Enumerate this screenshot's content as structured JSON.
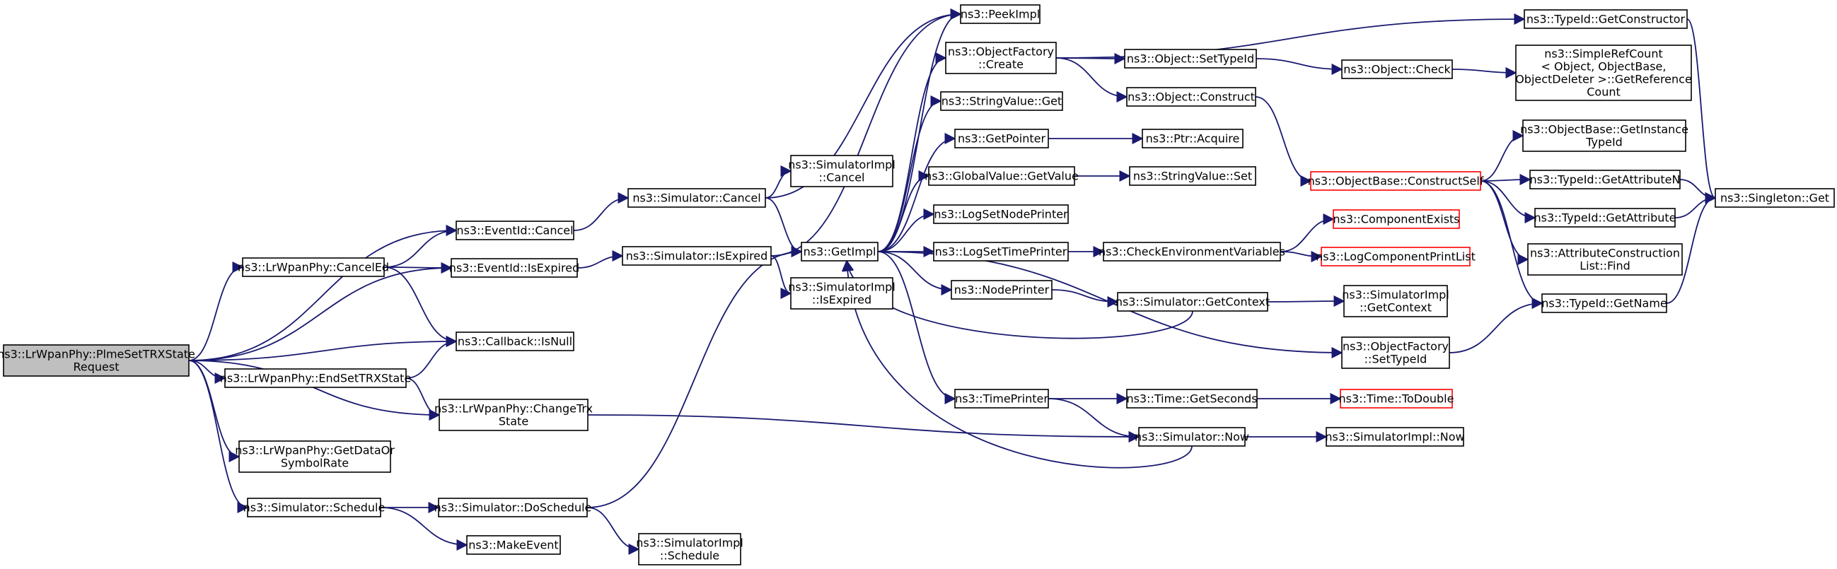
{
  "nodes": [
    {
      "id": "root",
      "lines": [
        "ns3::LrWpanPhy::PlmeSetTRXState",
        "Request"
      ],
      "style": "root"
    },
    {
      "id": "cancelEd",
      "lines": [
        "ns3::LrWpanPhy::CancelEd"
      ]
    },
    {
      "id": "endSetTRX",
      "lines": [
        "ns3::LrWpanPhy::EndSetTRXState"
      ]
    },
    {
      "id": "getDataOr",
      "lines": [
        "ns3::LrWpanPhy::GetDataOr",
        "SymbolRate"
      ]
    },
    {
      "id": "simSchedule",
      "lines": [
        "ns3::Simulator::Schedule"
      ]
    },
    {
      "id": "eventCancel",
      "lines": [
        "ns3::EventId::Cancel"
      ]
    },
    {
      "id": "eventIsExpired",
      "lines": [
        "ns3::EventId::IsExpired"
      ]
    },
    {
      "id": "callbackIsNull",
      "lines": [
        "ns3::Callback::IsNull"
      ]
    },
    {
      "id": "changeTrx",
      "lines": [
        "ns3::LrWpanPhy::ChangeTrx",
        "State"
      ]
    },
    {
      "id": "doSchedule",
      "lines": [
        "ns3::Simulator::DoSchedule"
      ]
    },
    {
      "id": "makeEvent",
      "lines": [
        "ns3::MakeEvent"
      ]
    },
    {
      "id": "simCancel",
      "lines": [
        "ns3::Simulator::Cancel"
      ]
    },
    {
      "id": "simIsExpired",
      "lines": [
        "ns3::Simulator::IsExpired"
      ]
    },
    {
      "id": "simImplSchedule",
      "lines": [
        "ns3::SimulatorImpl",
        "::Schedule"
      ]
    },
    {
      "id": "simImplCancel",
      "lines": [
        "ns3::SimulatorImpl",
        "::Cancel"
      ]
    },
    {
      "id": "simImplIsExpired",
      "lines": [
        "ns3::SimulatorImpl",
        "::IsExpired"
      ]
    },
    {
      "id": "getImpl",
      "lines": [
        "ns3::GetImpl"
      ]
    },
    {
      "id": "peekImpl",
      "lines": [
        "ns3::PeekImpl"
      ]
    },
    {
      "id": "objFactoryCreate",
      "lines": [
        "ns3::ObjectFactory",
        "::Create"
      ]
    },
    {
      "id": "stringValueGet",
      "lines": [
        "ns3::StringValue::Get"
      ]
    },
    {
      "id": "getPointer",
      "lines": [
        "ns3::GetPointer"
      ]
    },
    {
      "id": "globalValueGetValue",
      "lines": [
        "ns3::GlobalValue::GetValue"
      ]
    },
    {
      "id": "logSetNodePrinter",
      "lines": [
        "ns3::LogSetNodePrinter"
      ]
    },
    {
      "id": "logSetTimePrinter",
      "lines": [
        "ns3::LogSetTimePrinter"
      ]
    },
    {
      "id": "nodePrinter",
      "lines": [
        "ns3::NodePrinter"
      ]
    },
    {
      "id": "timePrinter",
      "lines": [
        "ns3::TimePrinter"
      ]
    },
    {
      "id": "objSetTypeId",
      "lines": [
        "ns3::Object::SetTypeId"
      ]
    },
    {
      "id": "objConstruct",
      "lines": [
        "ns3::Object::Construct"
      ]
    },
    {
      "id": "ptrAcquire",
      "lines": [
        "ns3::Ptr::Acquire"
      ]
    },
    {
      "id": "stringValueSet",
      "lines": [
        "ns3::StringValue::Set"
      ]
    },
    {
      "id": "checkEnvVars",
      "lines": [
        "ns3::CheckEnvironmentVariables"
      ]
    },
    {
      "id": "simGetContext",
      "lines": [
        "ns3::Simulator::GetContext"
      ]
    },
    {
      "id": "timeGetSeconds",
      "lines": [
        "ns3::Time::GetSeconds"
      ]
    },
    {
      "id": "simNow",
      "lines": [
        "ns3::Simulator::Now"
      ]
    },
    {
      "id": "objCheck",
      "lines": [
        "ns3::Object::Check"
      ]
    },
    {
      "id": "objBaseConstructSelf",
      "lines": [
        "ns3::ObjectBase::ConstructSelf"
      ],
      "style": "red"
    },
    {
      "id": "componentExists",
      "lines": [
        "ns3::ComponentExists"
      ],
      "style": "red"
    },
    {
      "id": "logComponentPrintList",
      "lines": [
        "ns3::LogComponentPrintList"
      ],
      "style": "red"
    },
    {
      "id": "simImplGetContext",
      "lines": [
        "ns3::SimulatorImpl",
        "::GetContext"
      ]
    },
    {
      "id": "objFactorySetTypeId",
      "lines": [
        "ns3::ObjectFactory",
        "::SetTypeId"
      ]
    },
    {
      "id": "timeToDouble",
      "lines": [
        "ns3::Time::ToDouble"
      ],
      "style": "red"
    },
    {
      "id": "simImplNow",
      "lines": [
        "ns3::SimulatorImpl::Now"
      ]
    },
    {
      "id": "typeIdGetConstructor",
      "lines": [
        "ns3::TypeId::GetConstructor"
      ]
    },
    {
      "id": "simpleRefCount",
      "lines": [
        "ns3::SimpleRefCount",
        "< Object, ObjectBase,",
        "ObjectDeleter >::GetReference",
        "Count"
      ]
    },
    {
      "id": "objBaseGetInstanceTypeId",
      "lines": [
        "ns3::ObjectBase::GetInstance",
        "TypeId"
      ]
    },
    {
      "id": "typeIdGetAttributeN",
      "lines": [
        "ns3::TypeId::GetAttributeN"
      ]
    },
    {
      "id": "typeIdGetAttribute",
      "lines": [
        "ns3::TypeId::GetAttribute"
      ]
    },
    {
      "id": "attrConstructionListFind",
      "lines": [
        "ns3::AttributeConstruction",
        "List::Find"
      ]
    },
    {
      "id": "typeIdGetName",
      "lines": [
        "ns3::TypeId::GetName"
      ]
    },
    {
      "id": "singletonGet",
      "lines": [
        "ns3::Singleton::Get"
      ]
    }
  ],
  "edges": [
    [
      "root",
      "eventCancel"
    ],
    [
      "root",
      "cancelEd"
    ],
    [
      "root",
      "eventIsExpired"
    ],
    [
      "root",
      "callbackIsNull"
    ],
    [
      "root",
      "endSetTRX"
    ],
    [
      "root",
      "changeTrx"
    ],
    [
      "root",
      "getDataOr"
    ],
    [
      "root",
      "simSchedule"
    ],
    [
      "cancelEd",
      "eventCancel"
    ],
    [
      "cancelEd",
      "eventIsExpired"
    ],
    [
      "cancelEd",
      "callbackIsNull"
    ],
    [
      "endSetTRX",
      "callbackIsNull"
    ],
    [
      "endSetTRX",
      "changeTrx"
    ],
    [
      "changeTrx",
      "simNow"
    ],
    [
      "simSchedule",
      "doSchedule"
    ],
    [
      "simSchedule",
      "makeEvent"
    ],
    [
      "doSchedule",
      "getImpl"
    ],
    [
      "doSchedule",
      "simImplSchedule"
    ],
    [
      "eventCancel",
      "simCancel"
    ],
    [
      "eventIsExpired",
      "simIsExpired"
    ],
    [
      "simCancel",
      "peekImpl"
    ],
    [
      "simCancel",
      "simImplCancel"
    ],
    [
      "simCancel",
      "getImpl"
    ],
    [
      "simIsExpired",
      "peekImpl"
    ],
    [
      "simIsExpired",
      "getImpl"
    ],
    [
      "simIsExpired",
      "simImplIsExpired"
    ],
    [
      "getImpl",
      "peekImpl"
    ],
    [
      "getImpl",
      "objFactoryCreate"
    ],
    [
      "getImpl",
      "stringValueGet"
    ],
    [
      "getImpl",
      "getPointer"
    ],
    [
      "getImpl",
      "globalValueGetValue"
    ],
    [
      "getImpl",
      "logSetNodePrinter"
    ],
    [
      "getImpl",
      "logSetTimePrinter"
    ],
    [
      "getImpl",
      "nodePrinter"
    ],
    [
      "getImpl",
      "objFactorySetTypeId"
    ],
    [
      "getImpl",
      "timePrinter"
    ],
    [
      "objFactoryCreate",
      "typeIdGetConstructor"
    ],
    [
      "objFactoryCreate",
      "objSetTypeId"
    ],
    [
      "objFactoryCreate",
      "objConstruct"
    ],
    [
      "objSetTypeId",
      "objCheck"
    ],
    [
      "objCheck",
      "simpleRefCount"
    ],
    [
      "objConstruct",
      "objBaseConstructSelf"
    ],
    [
      "getPointer",
      "ptrAcquire"
    ],
    [
      "globalValueGetValue",
      "stringValueSet"
    ],
    [
      "logSetTimePrinter",
      "checkEnvVars"
    ],
    [
      "checkEnvVars",
      "componentExists"
    ],
    [
      "checkEnvVars",
      "logComponentPrintList"
    ],
    [
      "nodePrinter",
      "simGetContext"
    ],
    [
      "simGetContext",
      "getImpl"
    ],
    [
      "simGetContext",
      "simImplGetContext"
    ],
    [
      "timePrinter",
      "timeGetSeconds"
    ],
    [
      "timePrinter",
      "simNow"
    ],
    [
      "timeGetSeconds",
      "timeToDouble"
    ],
    [
      "simNow",
      "getImpl"
    ],
    [
      "simNow",
      "simImplNow"
    ],
    [
      "objBaseConstructSelf",
      "objBaseGetInstanceTypeId"
    ],
    [
      "objBaseConstructSelf",
      "typeIdGetAttributeN"
    ],
    [
      "objBaseConstructSelf",
      "typeIdGetAttribute"
    ],
    [
      "objBaseConstructSelf",
      "attrConstructionListFind"
    ],
    [
      "objBaseConstructSelf",
      "typeIdGetName"
    ],
    [
      "objFactorySetTypeId",
      "typeIdGetName"
    ],
    [
      "typeIdGetConstructor",
      "singletonGet"
    ],
    [
      "typeIdGetAttributeN",
      "singletonGet"
    ],
    [
      "typeIdGetAttribute",
      "singletonGet"
    ],
    [
      "typeIdGetName",
      "singletonGet"
    ]
  ]
}
